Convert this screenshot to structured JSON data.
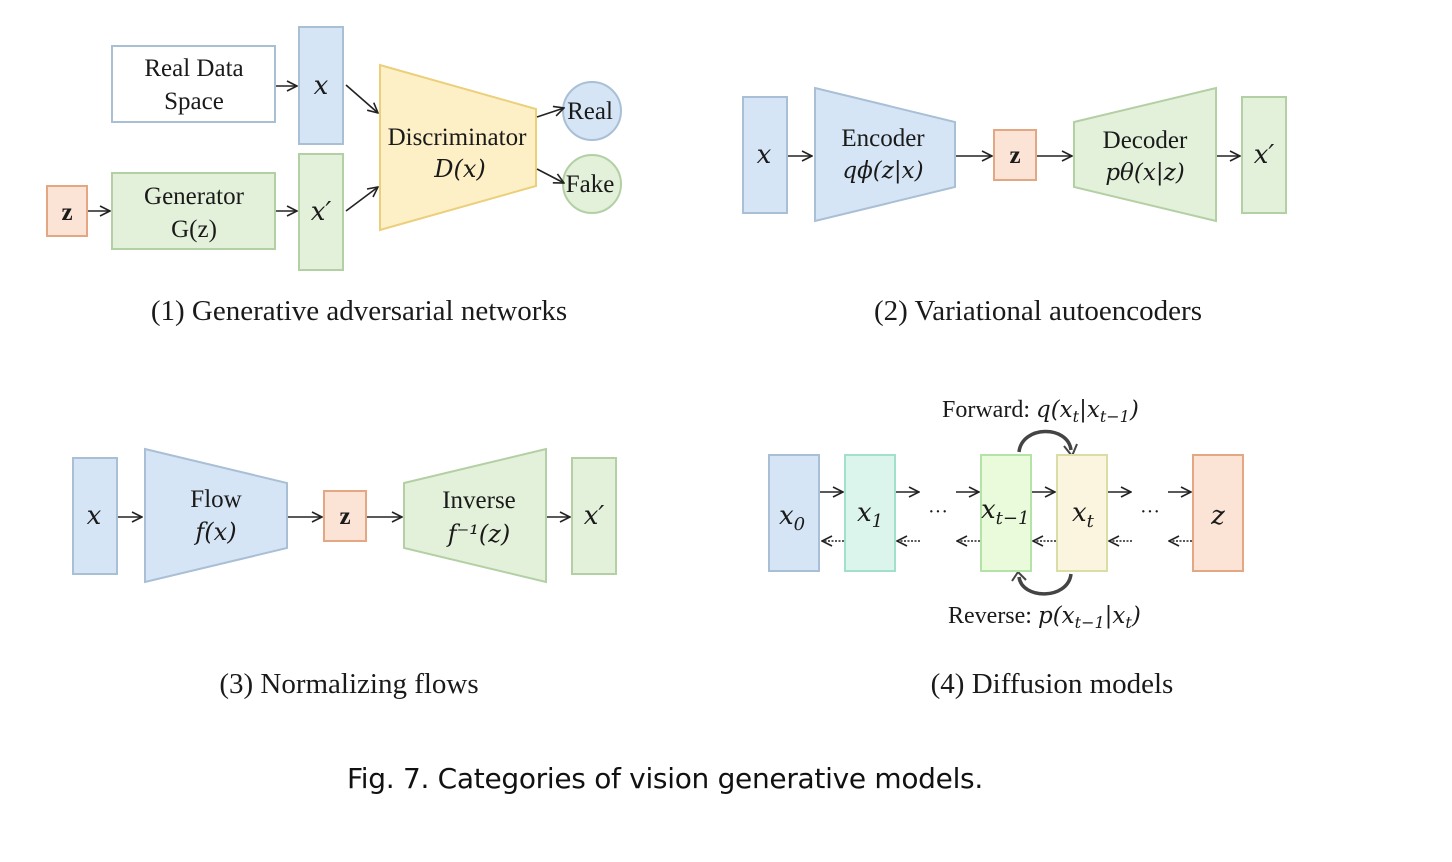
{
  "colors": {
    "blue_fill": "#d6e5f5",
    "blue_stroke": "#a9bfd6",
    "green_fill": "#e3f0da",
    "green_stroke": "#b3cfa4",
    "orange_fill": "#fbe3d6",
    "orange_stroke": "#e4a784",
    "yellow_fill": "#fdefc6",
    "yellow_stroke": "#ebcf7a",
    "teal_fill": "#dcf5ec",
    "teal_stroke": "#a3e0cb",
    "lime_fill": "#e9fbda",
    "lime_stroke": "#b3e3a6",
    "cream_fill": "#fbf5e0",
    "cream_stroke": "#d8dea6",
    "white_fill": "#ffffff"
  },
  "gan": {
    "real_data_label": [
      "Real Data",
      "Space"
    ],
    "x_label": "x",
    "x_prime_label": "x′",
    "z_label": "z",
    "generator_label": [
      "Generator",
      "G(z)"
    ],
    "discriminator_label": [
      "Discriminator",
      "D(x)"
    ],
    "real_label": "Real",
    "fake_label": "Fake",
    "caption": "(1) Generative adversarial networks"
  },
  "vae": {
    "x_label": "x",
    "encoder_label": [
      "Encoder",
      "qϕ(z|x)"
    ],
    "z_label": "z",
    "decoder_label": [
      "Decoder",
      "pθ(x|z)"
    ],
    "x_prime_label": "x′",
    "caption": "(2) Variational autoencoders"
  },
  "flow": {
    "x_label": "x",
    "flow_label": [
      "Flow",
      "f(x)"
    ],
    "z_label": "z",
    "inverse_label": [
      "Inverse",
      "f⁻¹(z)"
    ],
    "x_prime_label": "x′",
    "caption": "(3) Normalizing flows"
  },
  "diffusion": {
    "forward_label": "Forward: ",
    "forward_math": "q(xt|xt−1)",
    "reverse_label": "Reverse: ",
    "reverse_math": "p(xt−1|xt)",
    "states": [
      "x0",
      "x1",
      "xt−1",
      "xt",
      "z"
    ],
    "ellipsis": "···",
    "caption": "(4) Diffusion models"
  },
  "figure_caption": "Fig. 7.  Categories of vision generative models."
}
